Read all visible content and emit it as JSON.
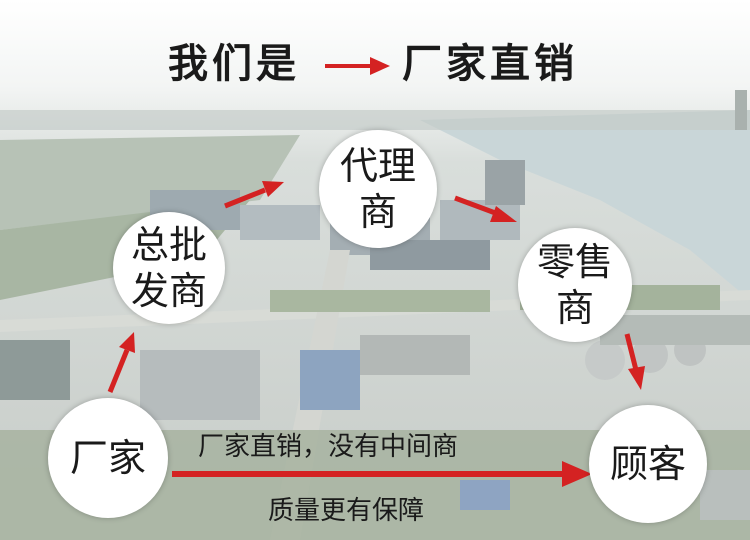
{
  "header": {
    "title_left": "我们是",
    "title_right": "厂家直销"
  },
  "nodes": {
    "wholesaler": "总批发商",
    "agent": "代理商",
    "retailer": "零售商",
    "factory": "厂家",
    "customer": "顾客"
  },
  "captions": {
    "direct_sales": "厂家直销，没有中间商",
    "quality": "质量更有保障"
  },
  "colors": {
    "arrow": "#d42222",
    "text": "#1a1a1a"
  }
}
